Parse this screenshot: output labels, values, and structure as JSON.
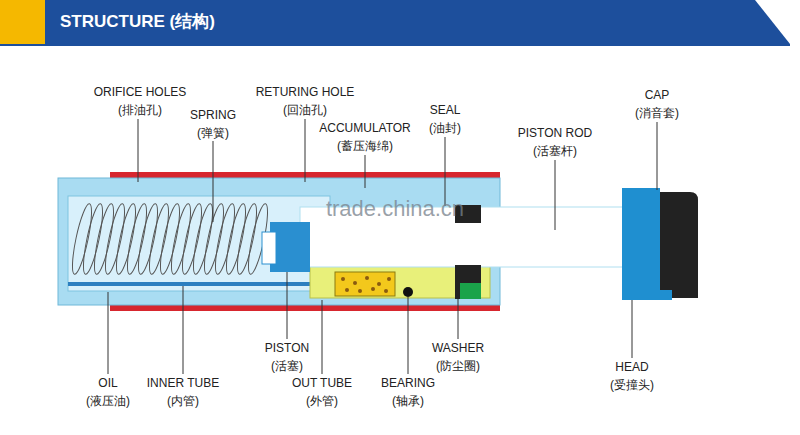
{
  "diagram": {
    "title": "STRUCTURE (结构)",
    "labels": [
      "ORIFICE HOLES",
      "(排油孔)",
      "SPRING",
      "(弹簧)",
      "RETURING HOLE",
      "(回油孔)",
      "ACCUMULATOR",
      "(蓄压海绵)",
      "SEAL",
      "(油封)",
      "PISTON ROD",
      "(活塞杆)",
      "CAP",
      "(消音套)",
      "OIL",
      "(液压油)",
      "INNER TUBE",
      "(内管)",
      "PISTON",
      "(活塞)",
      "OUT TUBE",
      "(外管)",
      "BEARING",
      "(轴承)",
      "WASHER",
      "(防尘圈)",
      "HEAD",
      "(受撞头)",
      "trade.china.cn"
    ]
  }
}
